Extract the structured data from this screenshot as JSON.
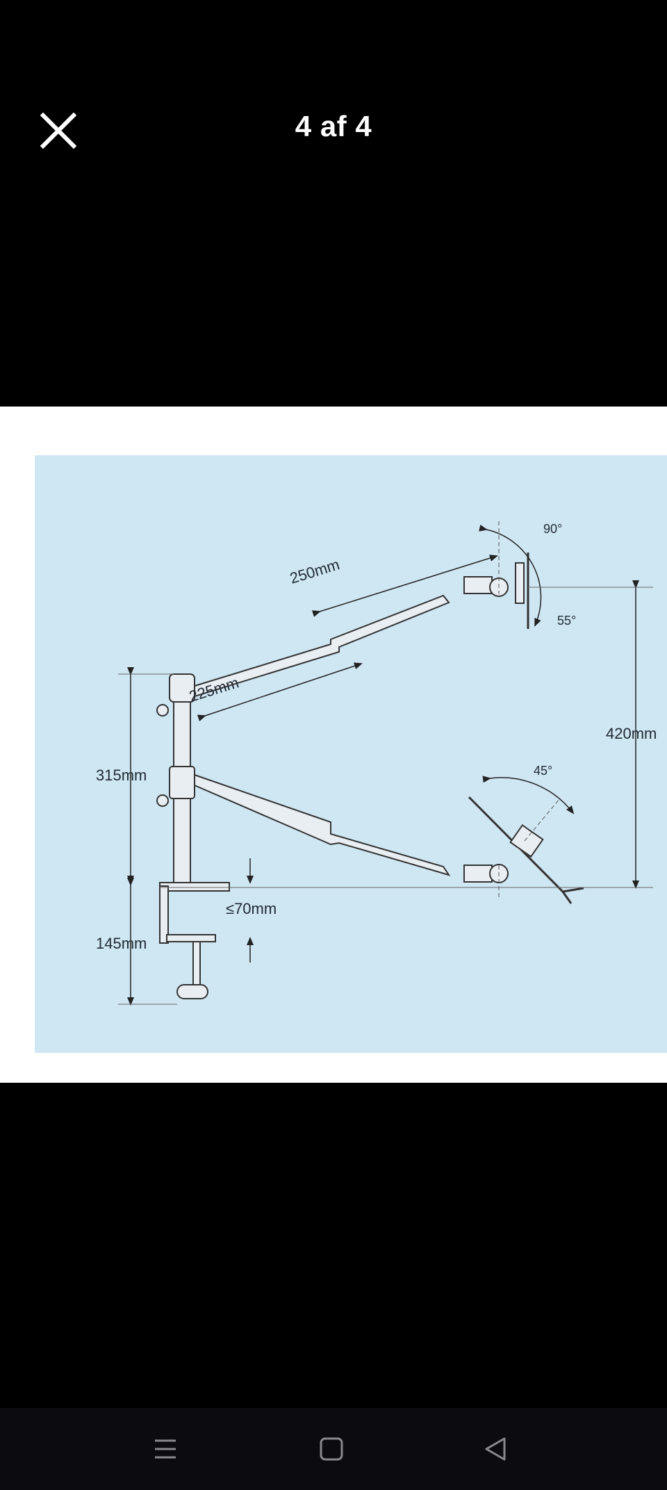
{
  "viewer": {
    "counter_text": "4 af 4",
    "close_icon": "close-icon"
  },
  "diagram": {
    "background_color": "#cfe6f3",
    "labels": {
      "arm_upper_length": "250mm",
      "arm_lower_length": "225mm",
      "pole_height": "315mm",
      "clamp_height": "145mm",
      "desk_thickness": "≤70mm",
      "total_height": "420mm",
      "tilt_up": "90°",
      "tilt_down": "55°",
      "tray_tilt": "45°"
    }
  },
  "navbar": {
    "recents_icon": "menu-lines-icon",
    "home_icon": "square-home-icon",
    "back_icon": "triangle-back-icon"
  }
}
